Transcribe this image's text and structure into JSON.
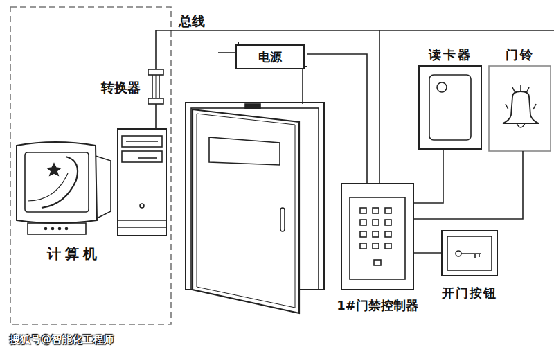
{
  "diagram": {
    "nodes": [
      {
        "text": [
          "转换器"
        ]
      },
      {
        "text": [
          "计算机"
        ]
      },
      {
        "text": [
          "电源"
        ]
      },
      {
        "text": [
          "读卡器"
        ]
      },
      {
        "text": [
          "门铃"
        ]
      },
      {
        "text": [
          "1#门禁控制器"
        ]
      },
      {
        "text": [
          "开门按钮"
        ]
      }
    ],
    "edges": [
      {
        "from": 0,
        "to": 1,
        "arrow": "none"
      },
      {
        "from": 0,
        "to": 5,
        "arrow": "none"
      },
      {
        "from": 2,
        "to": 5,
        "arrow": "none"
      },
      {
        "from": 5,
        "to": 3,
        "arrow": "none"
      },
      {
        "from": 5,
        "to": 4,
        "arrow": "none"
      },
      {
        "from": 5,
        "to": 6,
        "arrow": "none"
      }
    ],
    "labels": [
      "总线",
      "搜狐号@智能化工程师"
    ]
  }
}
